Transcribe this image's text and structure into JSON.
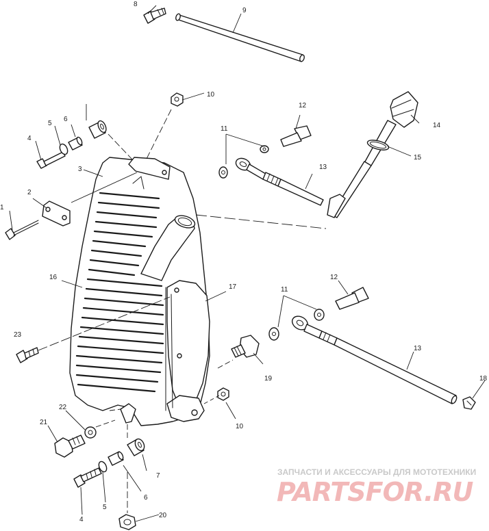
{
  "callouts": [
    {
      "id": "1",
      "text": "1"
    },
    {
      "id": "2",
      "text": "2"
    },
    {
      "id": "3",
      "text": "3"
    },
    {
      "id": "4a",
      "text": "4"
    },
    {
      "id": "5a",
      "text": "5"
    },
    {
      "id": "6a",
      "text": "6"
    },
    {
      "id": "8",
      "text": "8"
    },
    {
      "id": "9",
      "text": "9"
    },
    {
      "id": "10a",
      "text": "10"
    },
    {
      "id": "11a",
      "text": "11"
    },
    {
      "id": "12a",
      "text": "12"
    },
    {
      "id": "13a",
      "text": "13"
    },
    {
      "id": "14",
      "text": "14"
    },
    {
      "id": "15",
      "text": "15"
    },
    {
      "id": "16",
      "text": "16"
    },
    {
      "id": "17",
      "text": "17"
    },
    {
      "id": "11b",
      "text": "11"
    },
    {
      "id": "12b",
      "text": "12"
    },
    {
      "id": "23",
      "text": "23"
    },
    {
      "id": "19",
      "text": "19"
    },
    {
      "id": "13b",
      "text": "13"
    },
    {
      "id": "18",
      "text": "18"
    },
    {
      "id": "10b",
      "text": "10"
    },
    {
      "id": "22",
      "text": "22"
    },
    {
      "id": "21",
      "text": "21"
    },
    {
      "id": "7",
      "text": "7"
    },
    {
      "id": "4b",
      "text": "4"
    },
    {
      "id": "5b",
      "text": "5"
    },
    {
      "id": "6b",
      "text": "6"
    },
    {
      "id": "20",
      "text": "20"
    }
  ],
  "watermark": {
    "tagline": "ЗАПЧАСТИ И АКСЕССУАРЫ ДЛЯ МОТОТЕХНИКИ",
    "logo": "PARTSFOR.RU"
  }
}
